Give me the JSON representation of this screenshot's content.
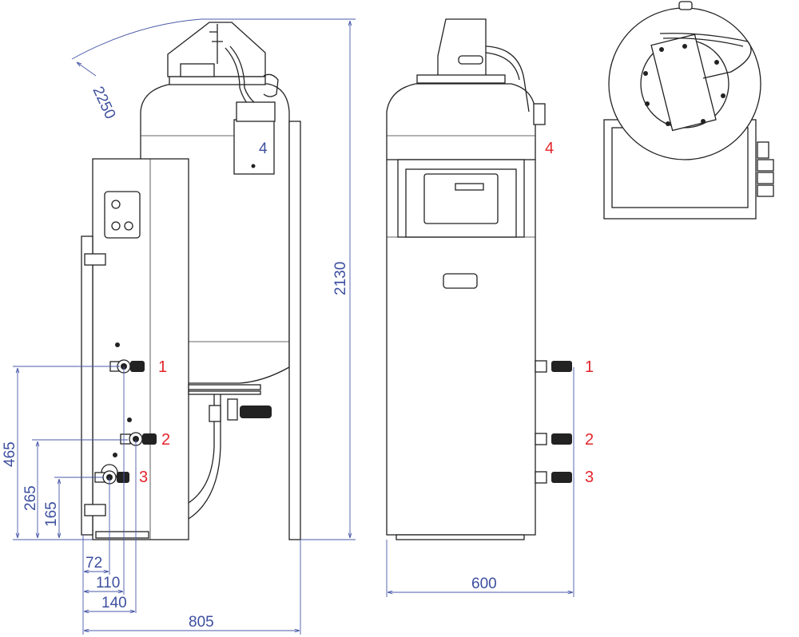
{
  "colors": {
    "dimension": "#3d4f9f",
    "callout": "#e3242b",
    "outline": "#222222"
  },
  "side_view": {
    "dimensions": {
      "tilt_height": "2250",
      "total_height": "2130",
      "height_1": "465",
      "height_2": "265",
      "height_3": "165",
      "offset_3": "72",
      "offset_1": "110",
      "offset_2": "140",
      "depth": "805"
    },
    "callouts": [
      "1",
      "2",
      "3",
      "4"
    ]
  },
  "front_view": {
    "dimensions": {
      "width": "600"
    },
    "callouts": [
      "1",
      "2",
      "3",
      "4"
    ]
  }
}
